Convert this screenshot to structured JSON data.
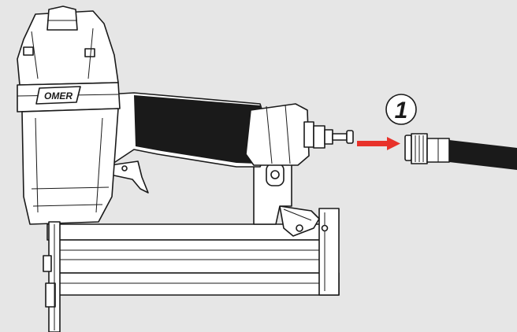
{
  "diagram": {
    "brand_label": "OMER",
    "step_number": "1",
    "colors": {
      "background": "#e6e6e6",
      "outline": "#1a1a1a",
      "arrow": "#e8322a",
      "hose": "#1a1a1a"
    },
    "icons": {
      "step_marker": "circled-number",
      "direction": "arrow-right-icon"
    }
  }
}
